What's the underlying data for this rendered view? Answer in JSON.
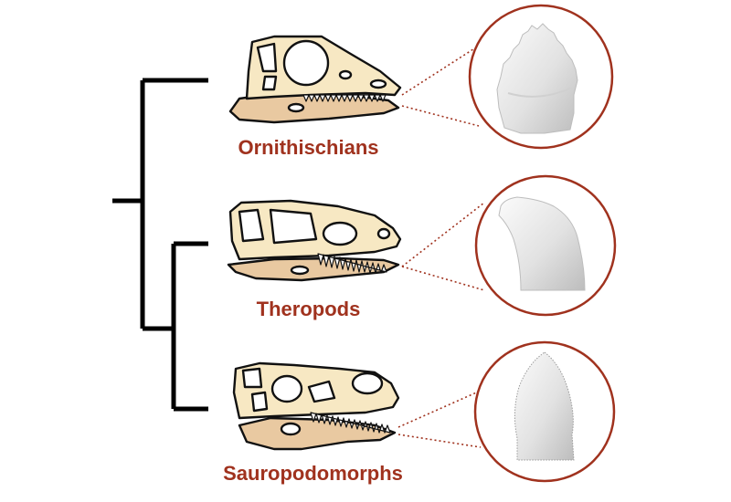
{
  "groups": [
    {
      "label": "Ornithischians"
    },
    {
      "label": "Theropods"
    },
    {
      "label": "Sauropodomorphs"
    }
  ],
  "colors": {
    "bone": "#f7e8c3",
    "jaw": "#e9c9a1",
    "outline": "#111111",
    "label": "#a0321e",
    "circle_stroke": "#a0321e",
    "tooth_fill": "#e8e8e8",
    "tree_line": "#000000"
  },
  "icons": [
    "skull-ornithischian",
    "skull-theropod",
    "skull-sauropodomorph",
    "tooth-leaf-denticulate",
    "tooth-recurved-blade",
    "tooth-leaf-serrated"
  ]
}
